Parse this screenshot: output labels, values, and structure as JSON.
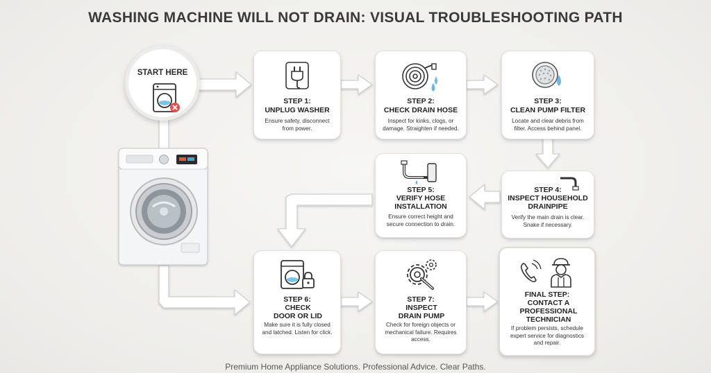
{
  "title": "WASHING MACHINE WILL NOT DRAIN: VISUAL TROUBLESHOOTING PATH",
  "footer": "Premium Home Appliance Solutions. Professional Advice. Clear Paths.",
  "start": {
    "label": "START HERE"
  },
  "steps": [
    {
      "step": "STEP 1:",
      "title": "UNPLUG WASHER",
      "desc": "Ensure safety, disconnect from power.",
      "icon": "plug-icon"
    },
    {
      "step": "STEP 2:",
      "title": "CHECK DRAIN HOSE",
      "desc": "Inspect for kinks, clogs, or damage. Straighten if needed.",
      "icon": "hose-icon"
    },
    {
      "step": "STEP 3:",
      "title": "CLEAN PUMP FILTER",
      "desc": "Locate and clear debris from filter. Access behind panel.",
      "icon": "filter-icon"
    },
    {
      "step": "STEP 4:",
      "title": "INSPECT HOUSEHOLD DRAINPIPE",
      "desc": "Verify the main drain is clear. Snake if necessary.",
      "icon": "drainpipe-icon"
    },
    {
      "step": "STEP 5:",
      "title": "VERIFY HOSE INSTALLATION",
      "desc": "Ensure correct height and secure connection to drain.",
      "icon": "pipe-icon"
    },
    {
      "step": "STEP 6:",
      "title": "CHECK DOOR OR LID",
      "desc": "Make sure it is fully closed and latched. Listen for click.",
      "icon": "door-lock-icon"
    },
    {
      "step": "STEP 7:",
      "title": "INSPECT DRAIN PUMP",
      "desc": "Check for foreign objects or mechanical failure. Requires access.",
      "icon": "gear-wrench-icon"
    },
    {
      "step": "FINAL STEP:",
      "title": "CONTACT A PROFESSIONAL TECHNICIAN",
      "desc": "If problem persists, schedule expert service for diagnostics and repair.",
      "icon": "technician-icon"
    }
  ]
}
